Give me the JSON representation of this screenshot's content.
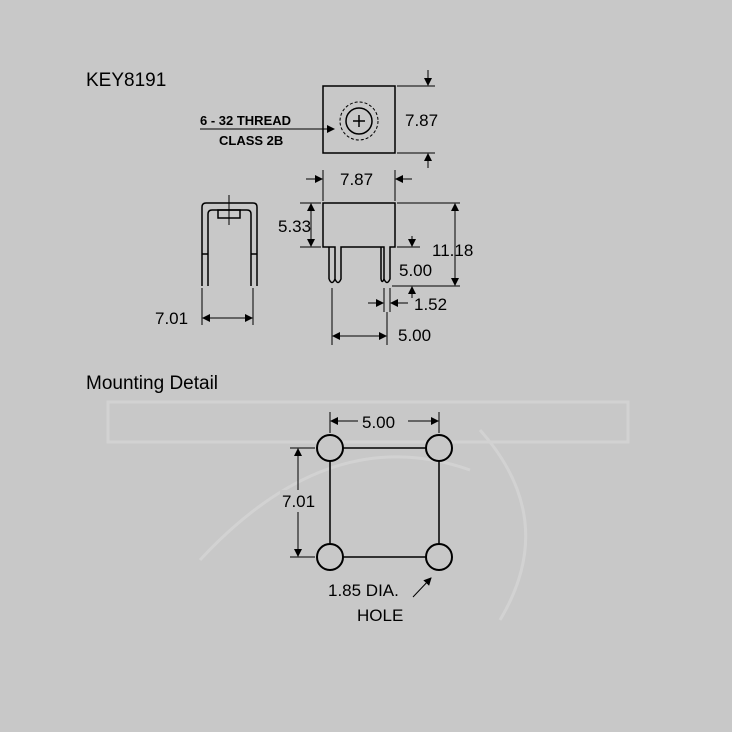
{
  "part_number": "KEY8191",
  "section_title": "Mounting Detail",
  "thread": {
    "line1": "6 - 32 THREAD",
    "line2": "CLASS 2B"
  },
  "top_view": {
    "height_dim": "7.87"
  },
  "side_view": {
    "width_dim": "7.01"
  },
  "front_view": {
    "top_width_dim": "7.87",
    "upper_height_dim": "5.33",
    "total_height_dim": "11.18",
    "leg_height_dim": "5.00",
    "leg_thickness_dim": "1.52",
    "leg_spacing_dim": "5.00"
  },
  "mounting": {
    "hole_spacing_x": "5.00",
    "hole_spacing_y": "7.01",
    "hole_label_line1": "1.85 DIA.",
    "hole_label_line2": "HOLE"
  },
  "colors": {
    "background": "#c8c8c8",
    "line": "#000000",
    "hole_fill": "#c8c8c8"
  }
}
